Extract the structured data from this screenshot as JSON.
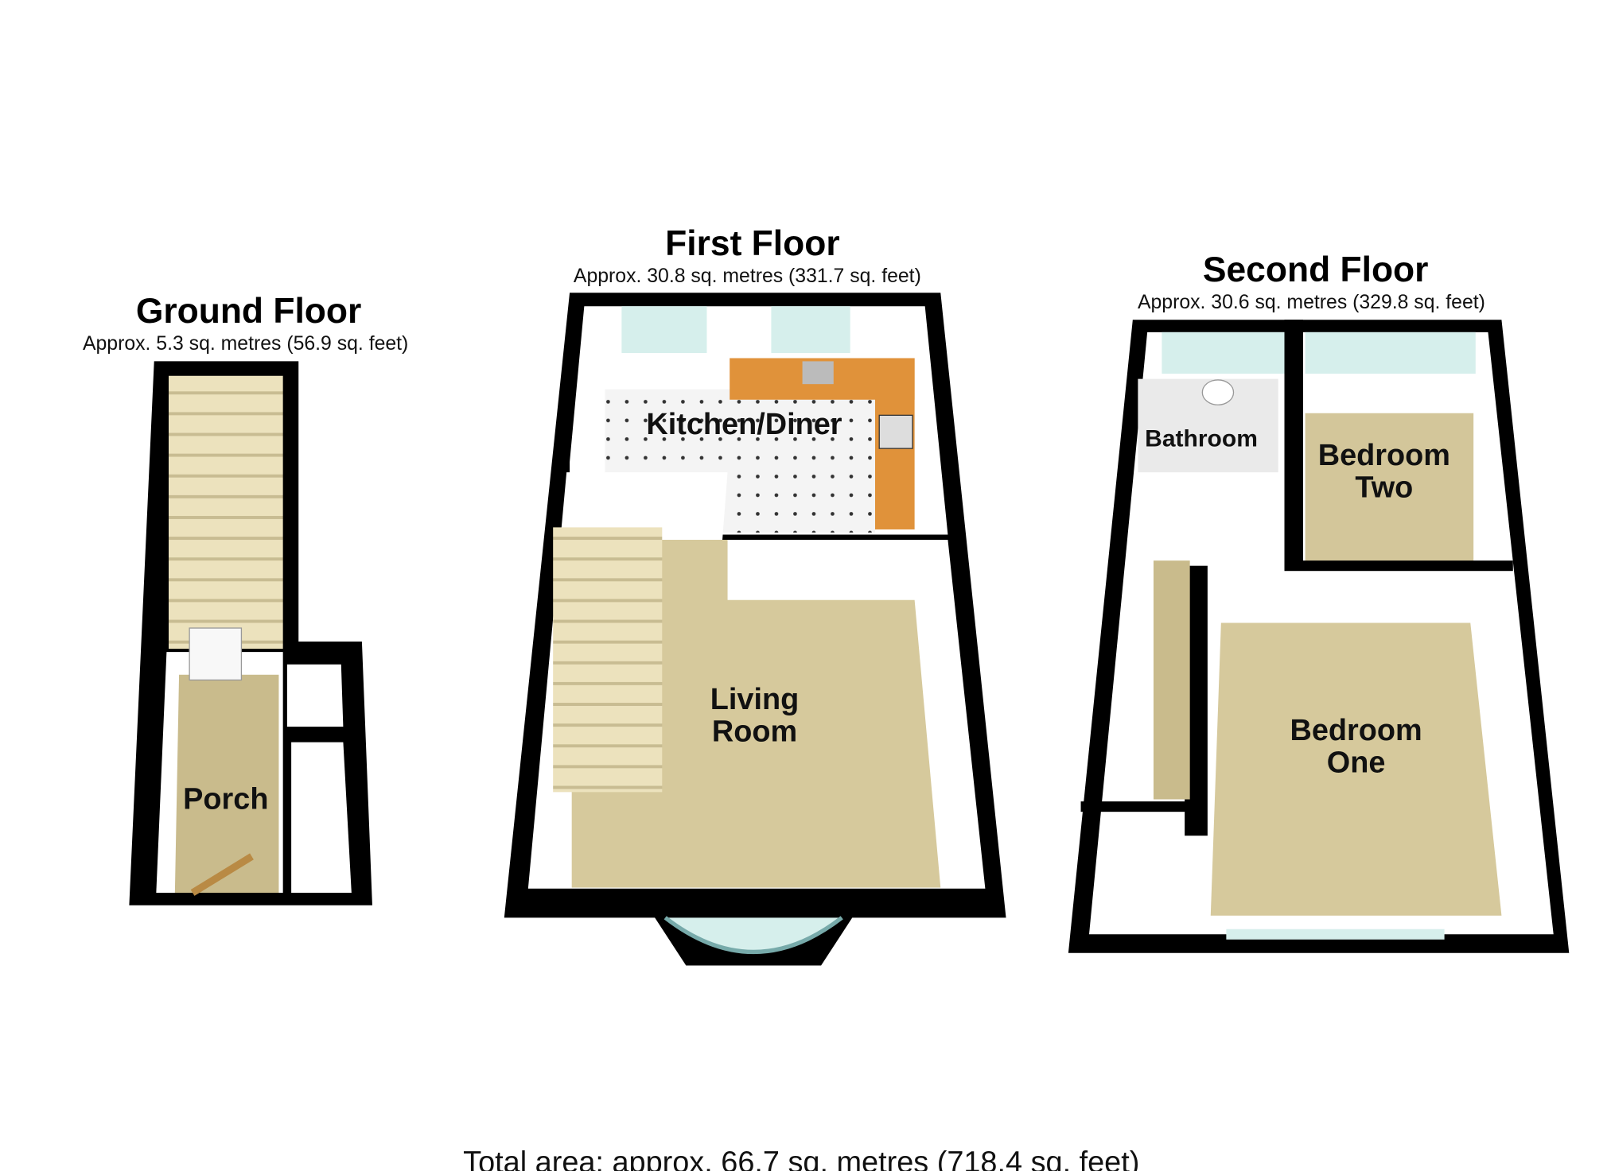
{
  "floors": [
    {
      "title": "Ground Floor",
      "area": "Approx. 5.3 sq. metres (56.9 sq. feet)",
      "rooms": [
        "Porch"
      ]
    },
    {
      "title": "First Floor",
      "area": "Approx. 30.8 sq. metres (331.7 sq. feet)",
      "rooms": [
        "Kitchen/Diner",
        "Living",
        "Room"
      ]
    },
    {
      "title": "Second Floor",
      "area": "Approx. 30.6 sq. metres (329.8 sq. feet)",
      "rooms": [
        "Bathroom",
        "Bedroom",
        "Two",
        "Bedroom",
        "One"
      ]
    }
  ],
  "total": "Total area: approx. 66.7 sq. metres (718.4 sq. feet)",
  "colors": {
    "wall": "#000000",
    "carpet": "#d8cba0",
    "kitchen_floor": "#f2f2f2",
    "worktop": "#e0923a",
    "window": "#d6efec",
    "stairs": "#e9dfb8"
  }
}
